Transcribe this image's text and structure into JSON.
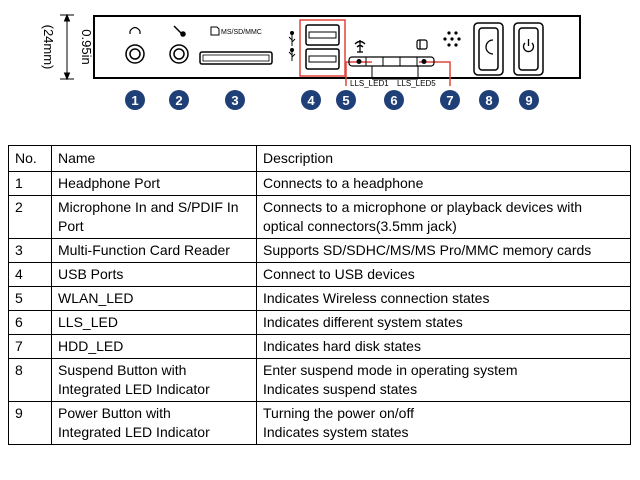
{
  "panel": {
    "dimension_inch": "0.95in",
    "dimension_mm": "(24mm)",
    "card_slot_label": "MS/SD/MMC",
    "led_labels": [
      "LLS_LED1",
      "LLS_LED5"
    ],
    "callouts": [
      "1",
      "2",
      "3",
      "4",
      "5",
      "6",
      "7",
      "8",
      "9"
    ],
    "icons": [
      "headphone-icon",
      "microphone-icon",
      "card-slot-icon",
      "usb-icon",
      "wlan-icon",
      "hdd-icon",
      "speaker-grille-icon",
      "suspend-icon",
      "power-icon"
    ],
    "callout_color": "#1f3f77",
    "highlight_color": "#e0463c"
  },
  "table": {
    "headers": [
      "No.",
      "Name",
      "Description"
    ],
    "rows": [
      {
        "no": "1",
        "name": [
          "Headphone Port"
        ],
        "desc": [
          "Connects to a headphone"
        ]
      },
      {
        "no": "2",
        "name": [
          "Microphone In and S/PDIF In",
          "Port"
        ],
        "desc": [
          "Connects to a microphone or playback devices with",
          "optical connectors(3.5mm jack)"
        ]
      },
      {
        "no": "3",
        "name": [
          "Multi-Function Card Reader"
        ],
        "desc": [
          "Supports SD/SDHC/MS/MS Pro/MMC memory cards"
        ]
      },
      {
        "no": "4",
        "name": [
          "USB Ports"
        ],
        "desc": [
          "Connect to USB devices"
        ]
      },
      {
        "no": "5",
        "name": [
          "WLAN_LED"
        ],
        "desc": [
          "Indicates Wireless connection states"
        ]
      },
      {
        "no": "6",
        "name": [
          "LLS_LED"
        ],
        "desc": [
          "Indicates different system states"
        ]
      },
      {
        "no": "7",
        "name": [
          "HDD_LED"
        ],
        "desc": [
          "Indicates hard disk states"
        ]
      },
      {
        "no": "8",
        "name": [
          "Suspend Button with",
          "Integrated LED Indicator"
        ],
        "desc": [
          "Enter suspend mode in operating system",
          "Indicates suspend states"
        ]
      },
      {
        "no": "9",
        "name": [
          "Power Button with",
          "Integrated LED Indicator"
        ],
        "desc": [
          "Turning the power on/off",
          "Indicates system states"
        ]
      }
    ]
  }
}
